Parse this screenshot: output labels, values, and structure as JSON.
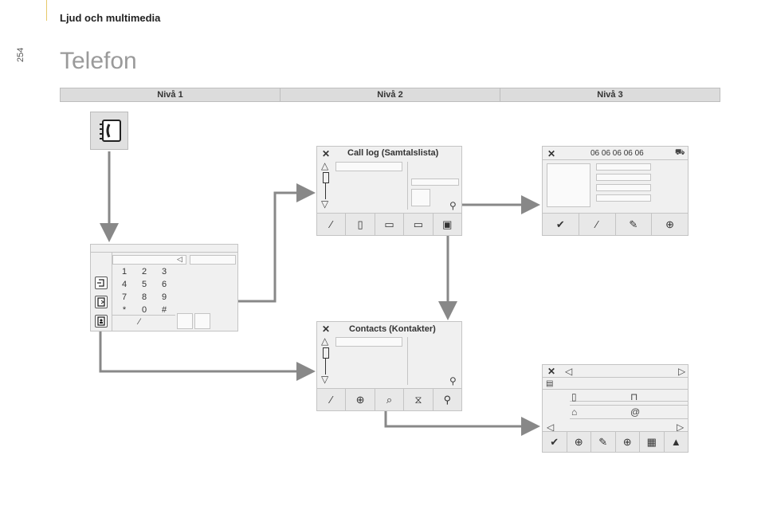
{
  "header": {
    "section": "Ljud och multimedia",
    "page_number": "254"
  },
  "page_title": "Telefon",
  "levels": [
    "Nivå 1",
    "Nivå 2",
    "Nivå 3"
  ],
  "dialer": {
    "keys": [
      "1",
      "2",
      "3",
      "4",
      "5",
      "6",
      "7",
      "8",
      "9",
      "*",
      "0",
      "#"
    ]
  },
  "call_log": {
    "title": "Call log (Samtalslista)"
  },
  "contacts": {
    "title": "Contacts (Kontakter)"
  },
  "call_detail": {
    "number": "06 06 06 06 06"
  },
  "contact_detail": {
    "email_symbol": "@"
  },
  "icons": {
    "close": "close-icon",
    "up": "up-arrow-icon",
    "down": "down-arrow-icon",
    "scroll": "scrollbar-icon",
    "sort": "sort-icon",
    "phone": "handset-icon",
    "contacts": "contacts-icon",
    "check": "check-icon",
    "car": "car-icon",
    "home": "home-icon",
    "mobile": "mobile-icon",
    "work": "briefcase-icon"
  },
  "colors": {
    "arrow": "#888888",
    "panel_bg": "#f0f0f0",
    "level_bar": "#dcdcdc",
    "title": "#9a9a9a"
  }
}
